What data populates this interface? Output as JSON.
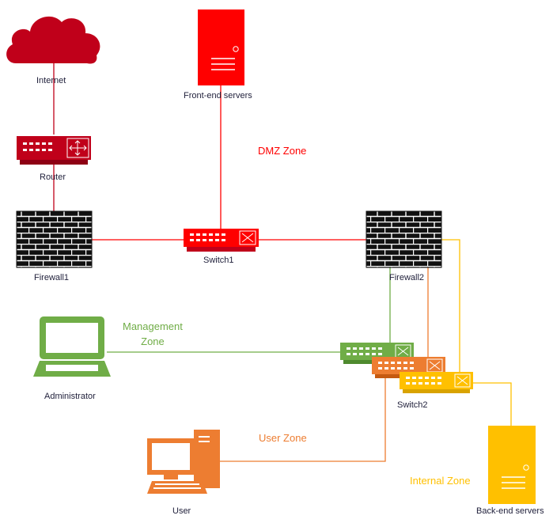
{
  "nodes": {
    "internet": "Internet",
    "front_end": "Front-end servers",
    "router": "Router",
    "firewall1": "Firewall1",
    "switch1": "Switch1",
    "firewall2": "Firewall2",
    "administrator": "Administrator",
    "switch2": "Switch2",
    "user": "User",
    "back_end": "Back-end servers"
  },
  "zones": {
    "dmz": "DMZ Zone",
    "management": "Management\nZone",
    "user": "User Zone",
    "internal": "Internal Zone"
  },
  "colors": {
    "dmz": "#ff0000",
    "dark_red": "#c0001a",
    "management": "#70ad47",
    "user": "#ed7d31",
    "internal": "#ffc000",
    "firewall": "#111111",
    "label": "#1f1f3a"
  },
  "icons": [
    "cloud-icon",
    "server-icon",
    "router-icon",
    "firewall-icon",
    "switch-icon",
    "laptop-icon",
    "desktop-icon"
  ]
}
